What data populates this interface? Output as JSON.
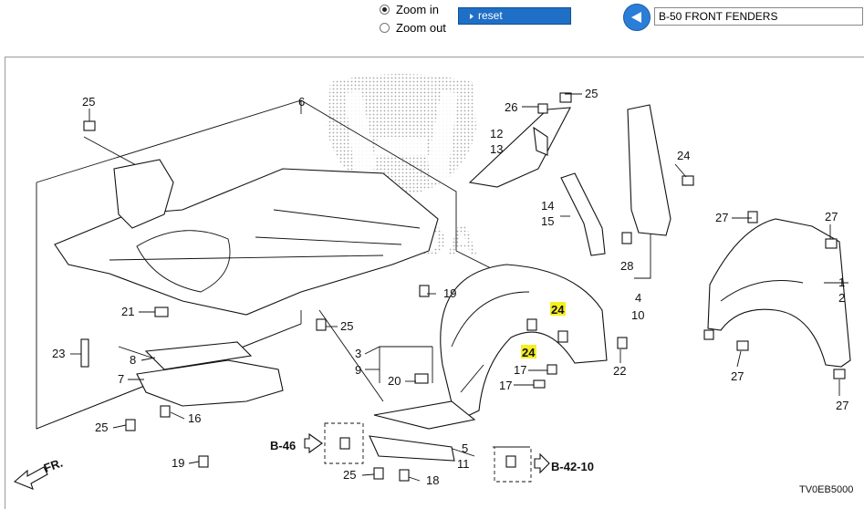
{
  "toolbar": {
    "zoom_in_label": "Zoom in",
    "zoom_out_label": "Zoom out",
    "zoom_selected": "in",
    "reset_label": "reset",
    "section_value": "B-50 FRONT FENDERS"
  },
  "diagram": {
    "drawing_code": "TV0EB5000",
    "direction_label": "FR.",
    "callouts": [
      {
        "id": "25",
        "name": "callout-25-a"
      },
      {
        "id": "6",
        "name": "callout-6"
      },
      {
        "id": "26",
        "name": "callout-26"
      },
      {
        "id": "25",
        "name": "callout-25-b"
      },
      {
        "id": "12",
        "name": "callout-12"
      },
      {
        "id": "13",
        "name": "callout-13"
      },
      {
        "id": "24",
        "name": "callout-24-a"
      },
      {
        "id": "14",
        "name": "callout-14"
      },
      {
        "id": "15",
        "name": "callout-15"
      },
      {
        "id": "27",
        "name": "callout-27-a"
      },
      {
        "id": "27",
        "name": "callout-27-b"
      },
      {
        "id": "28",
        "name": "callout-28"
      },
      {
        "id": "4",
        "name": "callout-4"
      },
      {
        "id": "10",
        "name": "callout-10"
      },
      {
        "id": "1",
        "name": "callout-1"
      },
      {
        "id": "2",
        "name": "callout-2"
      },
      {
        "id": "19",
        "name": "callout-19-a"
      },
      {
        "id": "21",
        "name": "callout-21"
      },
      {
        "id": "25",
        "name": "callout-25-c"
      },
      {
        "id": "24",
        "name": "callout-24-b"
      },
      {
        "id": "24",
        "name": "callout-24-c"
      },
      {
        "id": "23",
        "name": "callout-23"
      },
      {
        "id": "8",
        "name": "callout-8"
      },
      {
        "id": "7",
        "name": "callout-7"
      },
      {
        "id": "3",
        "name": "callout-3"
      },
      {
        "id": "9",
        "name": "callout-9"
      },
      {
        "id": "20",
        "name": "callout-20"
      },
      {
        "id": "17",
        "name": "callout-17-a"
      },
      {
        "id": "22",
        "name": "callout-22"
      },
      {
        "id": "17",
        "name": "callout-17-b"
      },
      {
        "id": "27",
        "name": "callout-27-c"
      },
      {
        "id": "27",
        "name": "callout-27-d"
      },
      {
        "id": "16",
        "name": "callout-16"
      },
      {
        "id": "25",
        "name": "callout-25-d"
      },
      {
        "id": "5",
        "name": "callout-5"
      },
      {
        "id": "11",
        "name": "callout-11"
      },
      {
        "id": "19",
        "name": "callout-19-b"
      },
      {
        "id": "25",
        "name": "callout-25-e"
      },
      {
        "id": "18",
        "name": "callout-18"
      }
    ],
    "section_refs": [
      {
        "id": "B-46",
        "name": "section-ref-b46"
      },
      {
        "id": "B-42-10",
        "name": "section-ref-b42-10"
      }
    ]
  }
}
